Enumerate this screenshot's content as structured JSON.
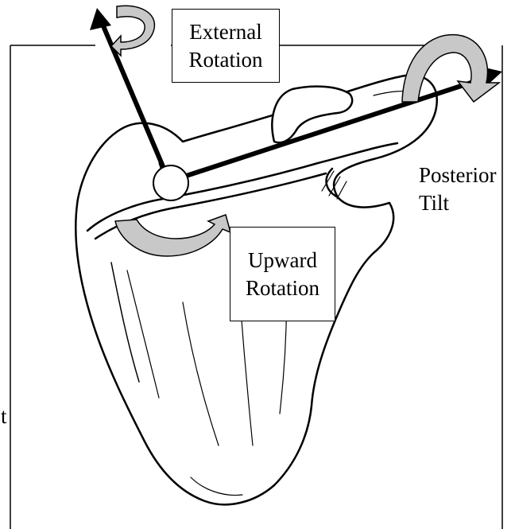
{
  "labels": {
    "external_rotation": [
      "External",
      "Rotation"
    ],
    "posterior_tilt": [
      "Posterior",
      "Tilt"
    ],
    "upward_rotation": [
      "Upward",
      "Rotation"
    ],
    "clipped_left": "t"
  },
  "colors": {
    "line": "#000000",
    "arrow_fill": "#c8c8c8",
    "background": "#ffffff"
  },
  "icons": [
    "scapula-illustration",
    "external-rotation-arrow",
    "posterior-tilt-arrow",
    "upward-rotation-arrow",
    "rotation-axis-circle"
  ]
}
